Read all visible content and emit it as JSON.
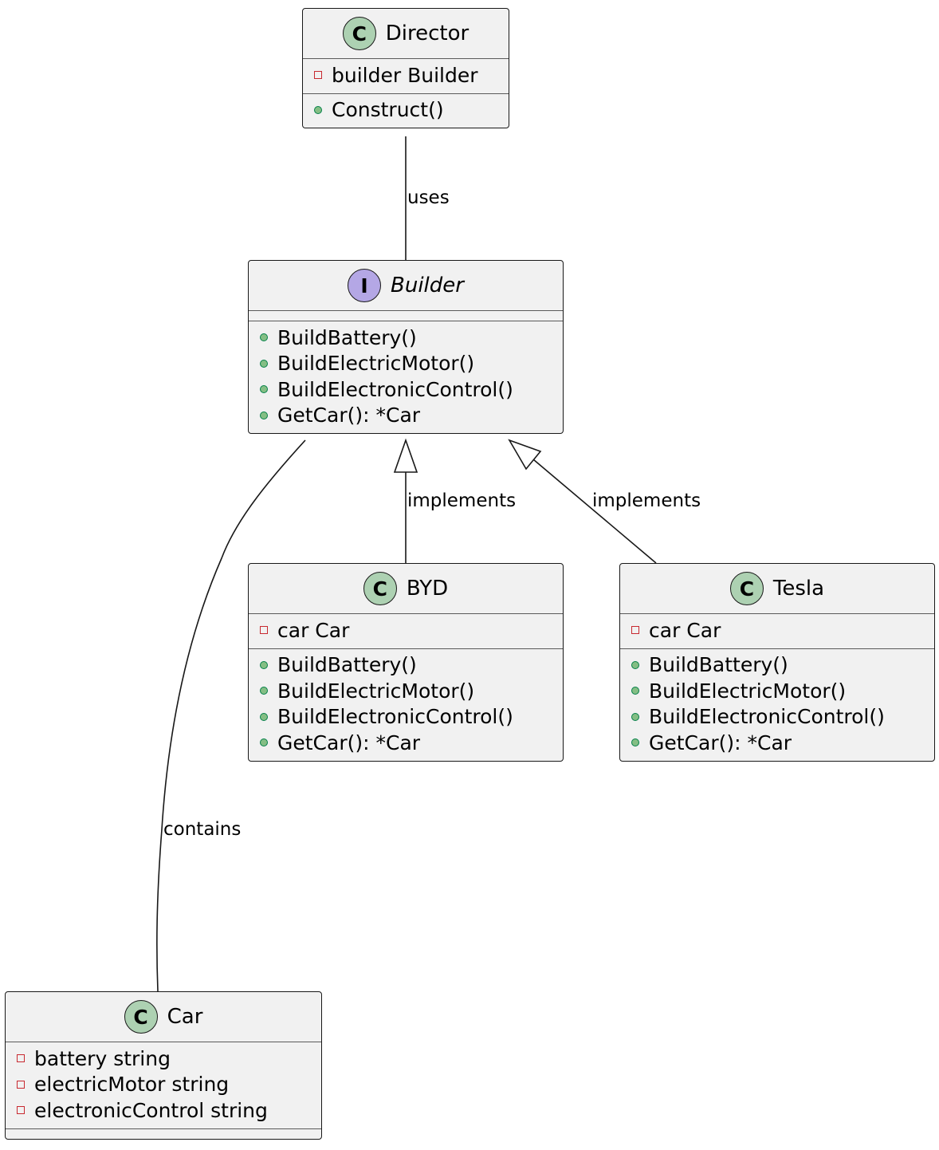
{
  "classes": {
    "director": {
      "stereotype": "C",
      "name": "Director",
      "fields": [
        {
          "vis": "private",
          "text": "builder Builder"
        }
      ],
      "methods": [
        {
          "vis": "public",
          "text": "Construct()"
        }
      ]
    },
    "builder": {
      "stereotype": "I",
      "name": "Builder",
      "fields": [],
      "methods": [
        {
          "vis": "public",
          "text": "BuildBattery()"
        },
        {
          "vis": "public",
          "text": "BuildElectricMotor()"
        },
        {
          "vis": "public",
          "text": "BuildElectronicControl()"
        },
        {
          "vis": "public",
          "text": "GetCar(): *Car"
        }
      ]
    },
    "byd": {
      "stereotype": "C",
      "name": "BYD",
      "fields": [
        {
          "vis": "private",
          "text": "car Car"
        }
      ],
      "methods": [
        {
          "vis": "public",
          "text": "BuildBattery()"
        },
        {
          "vis": "public",
          "text": "BuildElectricMotor()"
        },
        {
          "vis": "public",
          "text": "BuildElectronicControl()"
        },
        {
          "vis": "public",
          "text": "GetCar(): *Car"
        }
      ]
    },
    "tesla": {
      "stereotype": "C",
      "name": "Tesla",
      "fields": [
        {
          "vis": "private",
          "text": "car Car"
        }
      ],
      "methods": [
        {
          "vis": "public",
          "text": "BuildBattery()"
        },
        {
          "vis": "public",
          "text": "BuildElectricMotor()"
        },
        {
          "vis": "public",
          "text": "BuildElectronicControl()"
        },
        {
          "vis": "public",
          "text": "GetCar(): *Car"
        }
      ]
    },
    "car": {
      "stereotype": "C",
      "name": "Car",
      "fields": [
        {
          "vis": "private",
          "text": "battery string"
        },
        {
          "vis": "private",
          "text": "electricMotor string"
        },
        {
          "vis": "private",
          "text": "electronicControl string"
        }
      ],
      "methods": []
    }
  },
  "edges": {
    "uses": "uses",
    "implements_byd": "implements",
    "implements_tesla": "implements",
    "contains": "contains"
  },
  "colors": {
    "class_stereotype": "#add1b2",
    "interface_stereotype": "#b4a7e5",
    "box_fill": "#f1f1f1",
    "public_marker": "#84be84",
    "private_marker": "#c82930"
  }
}
